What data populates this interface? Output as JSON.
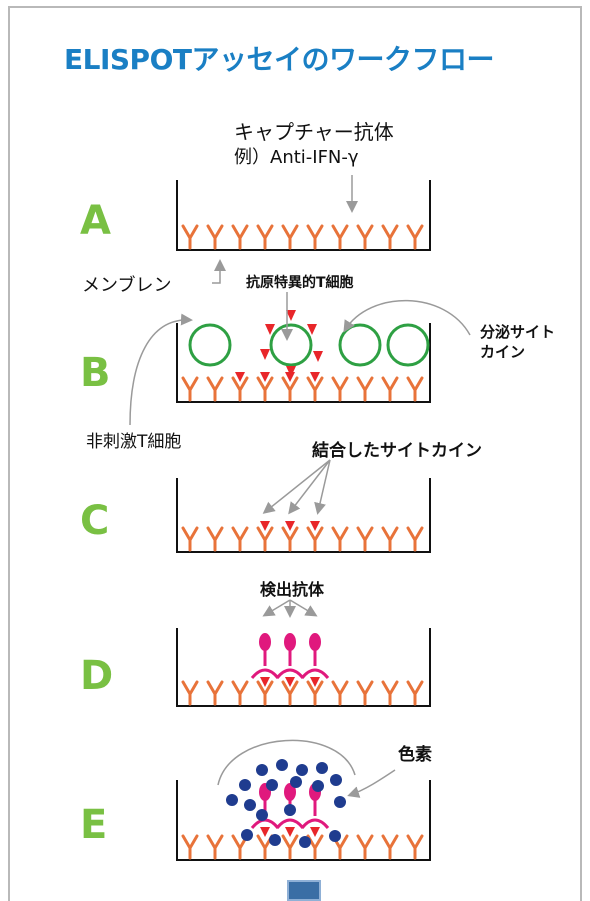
{
  "title": "ELISPOTアッセイのワークフロー",
  "labels": {
    "capture_antibody": "キャプチャー抗体",
    "capture_example": "例）Anti-IFN-γ",
    "membrane": "メンブレン",
    "antigen_specific_t": "抗原特異的T細胞",
    "secreted_cytokine": "分泌サイト\nカイン",
    "unstimulated_t": "非刺激T細胞",
    "bound_cytokine": "結合したサイトカイン",
    "detection_antibody": "検出抗体",
    "dye": "色素"
  },
  "steps": [
    "A",
    "B",
    "C",
    "D",
    "E"
  ],
  "colors": {
    "title": "#1a7fc4",
    "step_letter": "#79c043",
    "antibody": "#e8733a",
    "cell": "#2ea043",
    "cytokine": "#e8262a",
    "detection": "#e0197d",
    "dye": "#1f3c8f",
    "arrow": "#9a9a9a"
  }
}
